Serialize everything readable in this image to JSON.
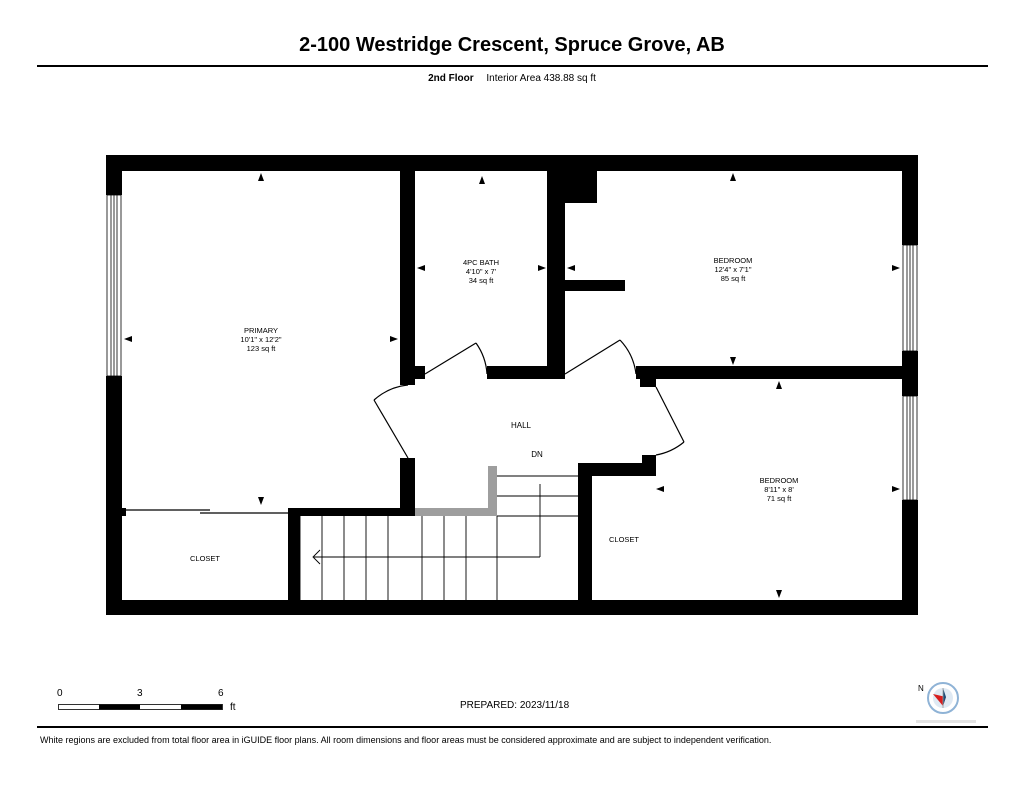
{
  "header": {
    "address": "2-100 Westridge Crescent, Spruce Grove, AB",
    "floor_name": "2nd Floor",
    "interior_area": "Interior Area 438.88 sq ft"
  },
  "rooms": {
    "primary": {
      "name": "PRIMARY",
      "dims": "10'1\" x 12'2\"",
      "area": "123 sq ft"
    },
    "bath": {
      "name": "4PC BATH",
      "dims": "4'10\" x 7'",
      "area": "34 sq ft"
    },
    "bedroom1": {
      "name": "BEDROOM",
      "dims": "12'4\" x 7'1\"",
      "area": "85 sq ft"
    },
    "bedroom2": {
      "name": "BEDROOM",
      "dims": "8'11\" x 8'",
      "area": "71 sq ft"
    },
    "hall": {
      "name": "HALL",
      "stairs": "DN"
    },
    "closet_left": {
      "name": "CLOSET"
    },
    "closet_right": {
      "name": "CLOSET"
    }
  },
  "scale_bar": {
    "ticks": [
      "0",
      "3",
      "6"
    ],
    "unit": "ft"
  },
  "prepared": "PREPARED: 2023/11/18",
  "compass": {
    "letter": "N"
  },
  "disclaimer": "White regions are excluded from total floor area in iGUIDE floor plans. All room dimensions and floor areas must be considered approximate and are subject to independent verification.",
  "colors": {
    "wall": "#000000",
    "stair_landing": "#9e9e9e",
    "compass_accent": "#d81e1e"
  }
}
